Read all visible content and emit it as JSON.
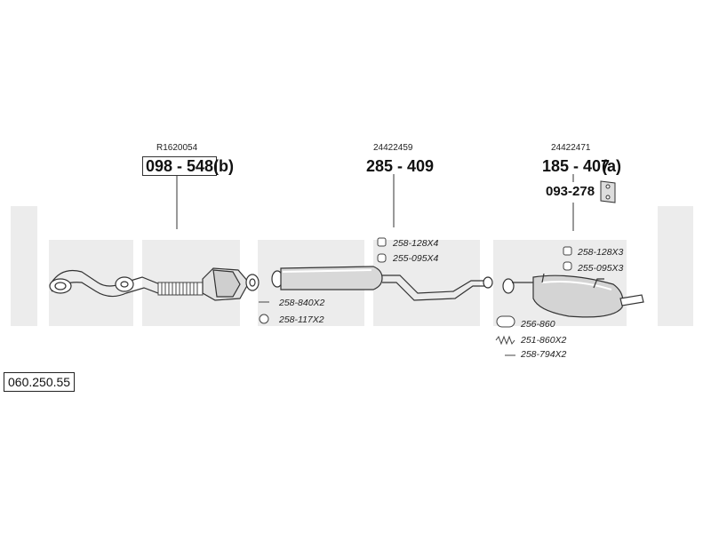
{
  "groups": [
    {
      "oe_ref": "R1620054",
      "part_number": "098 - 548",
      "suffix": "(b)",
      "accessories": [
        {
          "icon": "clamp-icon",
          "label": "258-840X2"
        },
        {
          "icon": "gasket-ring-icon",
          "label": "258-117X2"
        }
      ]
    },
    {
      "oe_ref": "24422459",
      "part_number": "285 - 409",
      "suffix": "",
      "accessories": [
        {
          "icon": "clamp-icon",
          "label": "258-128X4"
        },
        {
          "icon": "bracket-icon",
          "label": "255-095X4"
        }
      ]
    },
    {
      "oe_ref": "24422471",
      "part_number": "185 - 407",
      "suffix": "(a)",
      "extra_part_number": "093-278",
      "accessories": [
        {
          "icon": "clamp-icon",
          "label": "258-128X3"
        },
        {
          "icon": "bracket-icon",
          "label": "255-095X3"
        },
        {
          "icon": "gasket-ring-icon",
          "label": "256-860"
        },
        {
          "icon": "spring-icon",
          "label": "251-860X2"
        },
        {
          "icon": "bolt-icon",
          "label": "258-794X2"
        }
      ]
    }
  ],
  "diagram_code": "060.250.55",
  "watermark_color": "#ececec",
  "line_color": "#333333"
}
